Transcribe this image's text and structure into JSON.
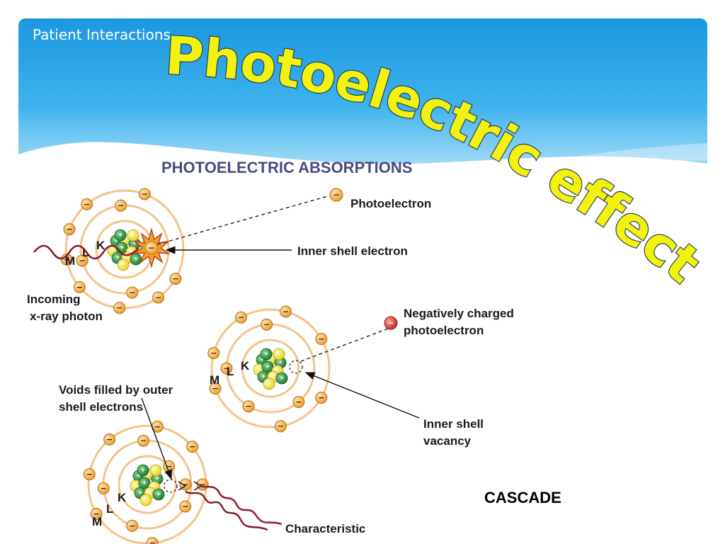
{
  "slide": {
    "header": "Patient Interactions",
    "title": "Photoelectric effect",
    "cascade": "CASCADE"
  },
  "diagram": {
    "heading": "PHOTOELECTRIC ABSORPTIONS",
    "labels": {
      "photoelectron": "Photoelectron",
      "inner_shell_electron": "Inner shell electron",
      "incoming_line1": "Incoming",
      "incoming_line2": "x-ray photon",
      "neg_line1": "Negatively charged",
      "neg_line2": "photoelectron",
      "voids_line1": "Voids filled by outer",
      "voids_line2": "shell electrons",
      "vacancy_line1": "Inner shell",
      "vacancy_line2": "vacancy",
      "characteristic": "Characteristic"
    },
    "shells": [
      "M",
      "L",
      "K"
    ],
    "electron_sign": "−",
    "proton_sign": "+"
  },
  "colors": {
    "header_blue": "#2aa8e6",
    "title_yellow": "#f2f20c",
    "orbit": "#f3c48c",
    "electron": "#f2a93b",
    "proton": "#2e8f3e",
    "neutron": "#f0e040",
    "photon": "#8b1a2b",
    "neg_electron": "#d73a2a"
  }
}
